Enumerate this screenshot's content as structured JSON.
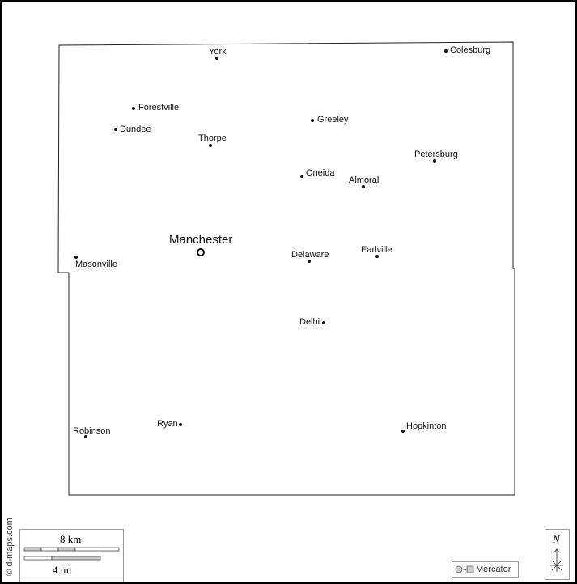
{
  "credit": "© d-maps.com",
  "capital": {
    "name": "Manchester"
  },
  "cities": [
    {
      "name": "York"
    },
    {
      "name": "Colesburg"
    },
    {
      "name": "Forestville"
    },
    {
      "name": "Dundee"
    },
    {
      "name": "Thorpe"
    },
    {
      "name": "Greeley"
    },
    {
      "name": "Petersburg"
    },
    {
      "name": "Oneida"
    },
    {
      "name": "Almoral"
    },
    {
      "name": "Masonville"
    },
    {
      "name": "Delaware"
    },
    {
      "name": "Earlville"
    },
    {
      "name": "Delhi"
    },
    {
      "name": "Robinson"
    },
    {
      "name": "Ryan"
    },
    {
      "name": "Hopkinton"
    }
  ],
  "scale": {
    "km": "8 km",
    "mi": "4 mi"
  },
  "projection": {
    "label": "Mercator"
  },
  "north": {
    "label": "N"
  }
}
